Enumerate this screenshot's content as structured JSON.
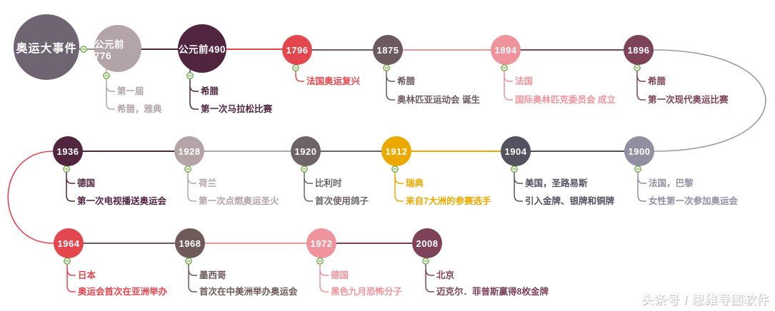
{
  "root": {
    "label": "奥运大事件",
    "color": "#6e6472"
  },
  "watermark": "头条号 / 思维导图软件",
  "ui": {
    "collapse_icon": "minus-in-circle",
    "collapse_icon_color": "#67a43b",
    "right_curve_color": "#9a96a6",
    "root_link_color": "#9b9295"
  },
  "nodes": [
    {
      "id": "bc776",
      "year": "公元前776",
      "color": "#b3a5a7",
      "children": [
        "第一届",
        "希腊，雅典"
      ]
    },
    {
      "id": "bc490",
      "year": "公元前490",
      "color": "#512540",
      "children": [
        "希腊",
        "第一次马拉松比赛"
      ]
    },
    {
      "id": "y1796",
      "year": "1796",
      "color": "#e4464e",
      "children": [
        "法国奥运复兴"
      ]
    },
    {
      "id": "y1875",
      "year": "1875",
      "color": "#6d5a5e",
      "children": [
        "希腊",
        "奥林匹亚运动会 诞生"
      ]
    },
    {
      "id": "y1894",
      "year": "1894",
      "color": "#ef949c",
      "children": [
        "法国",
        "国际奥林匹克委员会 成立"
      ]
    },
    {
      "id": "y1896",
      "year": "1896",
      "color": "#7e4359",
      "children": [
        "希腊",
        "第一次现代奥运比赛"
      ]
    },
    {
      "id": "y1900",
      "year": "1900",
      "color": "#918fa2",
      "children": [
        "法国，巴黎",
        "女性第一次参加奥运会"
      ]
    },
    {
      "id": "y1904",
      "year": "1904",
      "color": "#55525f",
      "children": [
        "美国，圣路易斯",
        "引入金牌、银牌和铜牌"
      ]
    },
    {
      "id": "y1912",
      "year": "1912",
      "color": "#eba900",
      "children": [
        "瑞典",
        "来自7大洲的参赛选手"
      ]
    },
    {
      "id": "y1920",
      "year": "1920",
      "color": "#6e6468",
      "children": [
        "比利时",
        "首次使用鸽子"
      ]
    },
    {
      "id": "y1928",
      "year": "1928",
      "color": "#b3a5a7",
      "children": [
        "荷兰",
        "第一次点燃奥运圣火"
      ]
    },
    {
      "id": "y1936",
      "year": "1936",
      "color": "#512540",
      "children": [
        "德国",
        "第一次电视播送奥运会"
      ]
    },
    {
      "id": "y1964",
      "year": "1964",
      "color": "#e4464e",
      "children": [
        "日本",
        "奥运会首次在亚洲举办"
      ]
    },
    {
      "id": "y1968",
      "year": "1968",
      "color": "#6d5a59",
      "children": [
        "墨西哥",
        "首次在中美洲举办奥运会"
      ]
    },
    {
      "id": "y1972",
      "year": "1972",
      "color": "#ef949c",
      "children": [
        "德国",
        "黑色九月恐怖分子"
      ]
    },
    {
      "id": "y2008",
      "year": "2008",
      "color": "#7e4359",
      "children": [
        "北京",
        "迈克尔．菲普斯赢得8枚金牌"
      ]
    }
  ]
}
